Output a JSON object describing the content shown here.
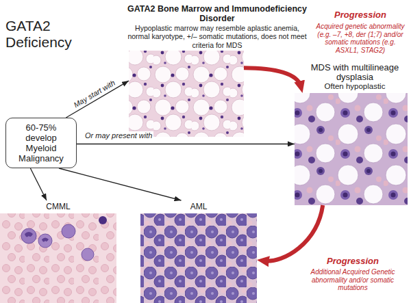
{
  "diagram": {
    "nodes": [
      {
        "text": [
          "60-75% develop Myeloid Malignancy"
        ]
      },
      {
        "text": [
          "GATA2 Bone Marrow and Immunodeficiency Disorder",
          "Hypoplastic marrow may resemble aplastic anemia, normal karyotype, +/– somatic mutations, does not meet criteria for MDS"
        ]
      },
      {
        "text": [
          "MDS with multilineage dysplasia",
          "Often hypoplastic"
        ]
      },
      {
        "text": [
          "CMML"
        ]
      },
      {
        "text": [
          "AML"
        ]
      }
    ],
    "edges": [
      {
        "from": 0,
        "to": 1,
        "arrow": "to",
        "label": "May start with"
      },
      {
        "from": 0,
        "to": 2,
        "arrow": "to",
        "label": "Or may present with"
      },
      {
        "from": 0,
        "to": 3,
        "arrow": "to"
      },
      {
        "from": 0,
        "to": 4,
        "arrow": "to"
      },
      {
        "from": 1,
        "to": 2,
        "arrow": "to",
        "label": "Progression"
      },
      {
        "from": 2,
        "to": 4,
        "arrow": "to",
        "label": "Progression"
      }
    ],
    "labels": [
      "GATA2 Deficiency",
      "Acquired genetic abnormality (e.g. –7, +8, der (1;7) and/or somatic mutations (e.g. ASXL1, STAG2)",
      "Additional Acquired Genetic abnormality and/or somatic mutations"
    ]
  }
}
